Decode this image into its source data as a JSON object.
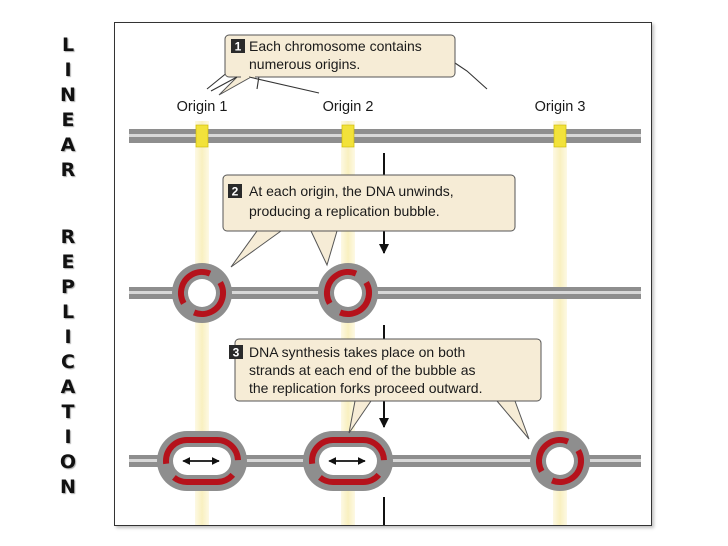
{
  "side_title": [
    "L",
    "I",
    "N",
    "E",
    "A",
    "R",
    "",
    "R",
    "E",
    "P",
    "L",
    "I",
    "C",
    "A",
    "T",
    "I",
    "O",
    "N"
  ],
  "origins": [
    "Origin 1",
    "Origin 2",
    "Origin 3"
  ],
  "callouts": [
    {
      "number": "1",
      "lines": [
        "Each chromosome contains",
        "numerous origins."
      ]
    },
    {
      "number": "2",
      "lines": [
        "At each origin, the DNA unwinds,",
        "producing a replication bubble."
      ]
    },
    {
      "number": "3",
      "lines": [
        "DNA synthesis takes place on both",
        "strands at each end of the bubble as",
        "the replication forks proceed outward."
      ]
    }
  ],
  "colors": {
    "dna_strand": "#8e8e8e",
    "dna_highlight": "#cfcfcf",
    "origin_marker": "#f2e23a",
    "origin_band": "#fbf6cf",
    "new_strand": "#b5121b",
    "callout_bg": "#f6ecd6",
    "callout_border": "#555555",
    "number_box": "#2a2a2a"
  }
}
